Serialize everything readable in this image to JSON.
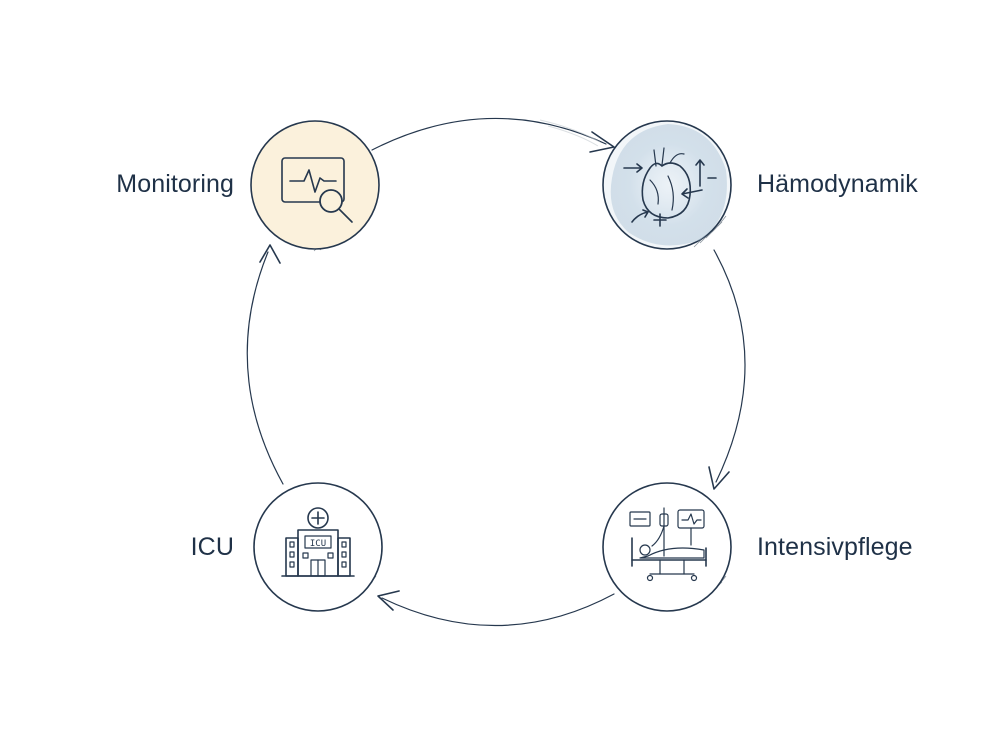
{
  "nodes": {
    "monitoring": {
      "label": "Monitoring",
      "icon": "monitor-search-icon",
      "fill": "#fbf1dc"
    },
    "haemodynamik": {
      "label": "Hämodynamik",
      "icon": "heart-icon",
      "fill": "#dce7f0"
    },
    "intensivpflege": {
      "label": "Intensivpflege",
      "icon": "hospital-bed-icon"
    },
    "icu": {
      "label": "ICU",
      "icon": "icu-building-icon",
      "sign": "ICU"
    }
  },
  "colors": {
    "ink": "#26384e",
    "text": "#1f3147"
  }
}
